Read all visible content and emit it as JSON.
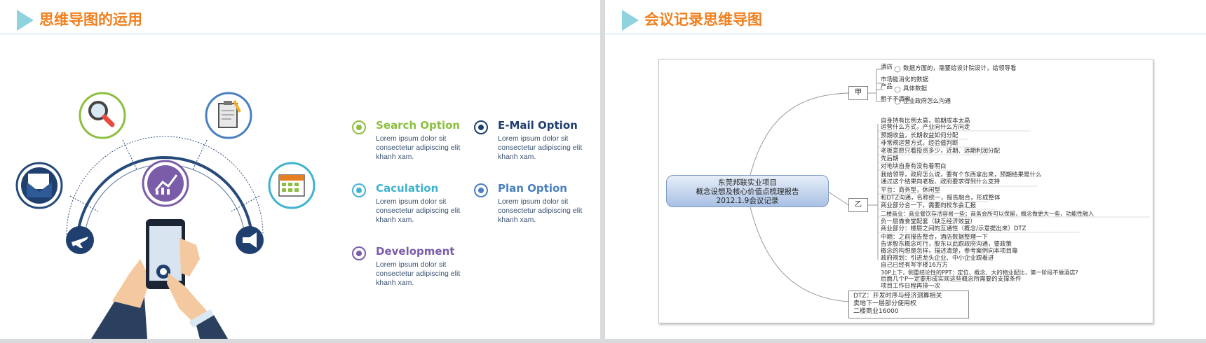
{
  "left_slide": {
    "title": "思维导图的运用",
    "options": [
      {
        "title": "Search Option",
        "text": "Lorem ipsum dolor sit consectetur  adipiscing elit khanh  xam.",
        "color": "#8cbf3f"
      },
      {
        "title": "E-Mail Option",
        "text": "Lorem ipsum dolor sit consectetur  adipiscing elit khanh  xam.",
        "color": "#1f3f6e"
      },
      {
        "title": "Caculation",
        "text": "Lorem ipsum dolor sit consectetur  adipiscing elit khanh  xam.",
        "color": "#3fb3cf"
      },
      {
        "title": "Plan Option",
        "text": "Lorem ipsum dolor sit consectetur  adipiscing elit khanh  xam.",
        "color": "#4a7fc0"
      },
      {
        "title": "Development",
        "text": "Lorem ipsum dolor sit consectetur  adipiscing elit khanh  xam.",
        "color": "#7a5ca8"
      }
    ],
    "icons": [
      "envelope-icon",
      "search-icon",
      "chart-icon",
      "clipboard-icon",
      "calendar-icon",
      "airplane-icon",
      "megaphone-icon",
      "smartphone-icon"
    ]
  },
  "right_slide": {
    "title": "会议记录思维导图",
    "mindmap": {
      "root": [
        "东莞邦联实业项目",
        "概念设想及核心价值点梳理报告",
        "2012.1.9会议记录"
      ],
      "node_a": "甲",
      "node_b": "乙",
      "a_items": [
        "酒店",
        "数据方面的，需要给设计院设计，给领导看",
        "市场能消化的数据",
        "产品",
        "具体数据",
        "租子不清晰",
        "企业政府怎么沟通"
      ],
      "b_items": [
        "自身持有比例太高，前期成本太高",
        "运营什么方式，产业向什么方向走",
        "预期收益，长期收益如何分配",
        "非常规运营方式，经验值判断",
        "老板意愿只看投资多少，近期、远期利润分配",
        "先后期",
        "对地块自身有没有着明白",
        "我给领导，政府怎么说，要有个东西拿出来，预期结果是什么",
        "通过这个结果向老板、政府要求得到什么支持",
        "平台：商务型，休闲型",
        "和DTZ沟通，名称统一，报告融合，形成整体",
        "商业部分合一下，需要向校东会汇报",
        "二楼商业：商业餐饮存活容易一些；商务会所可以保留，概念做更大一些，功能性融入",
        "负一层做食堂配套（缺乏经济效益）",
        "商业部分：楼层之间的互通性（概念/示意提出来）DTZ",
        "中期：之前报告整合，酒店数据整理一下",
        "告诉股东概念可行，股东以此跟政府沟通，要政策",
        "概念的构想是怎样，描述清楚，参考案例向本项目靠",
        "政府规划：引进龙头企业、中小企业跟着进",
        "自己已经有写字楼16万方",
        "30P上下，侧重结论性的PPT：定位、概念、大的物业配比，第一阶段不做酒店?",
        "后面几个P一定要形成实现这些概念所需要的支撑条件",
        "项目工作日程再排一次"
      ],
      "c_items": [
        "DTZ：开发时序与经济测算相关",
        "卖地下一层部分使用权",
        "二楼商业16000"
      ]
    }
  }
}
